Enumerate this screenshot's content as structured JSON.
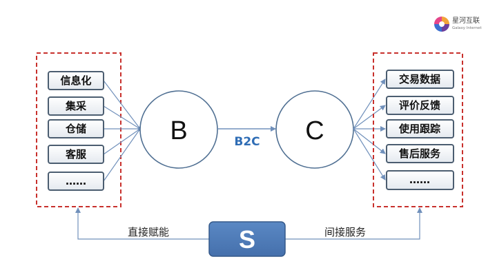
{
  "logo": {
    "name_cn": "星河互联",
    "name_en": "Galaxy Internet"
  },
  "left_items": [
    "信息化",
    "集采",
    "仓储",
    "客服",
    "……"
  ],
  "right_items": [
    "交易数据",
    "评价反馈",
    "使用跟踪",
    "售后服务",
    "……"
  ],
  "node_b": "B",
  "node_c": "C",
  "edge_label": "B2C",
  "node_s": "S",
  "left_path_label": "直接赋能",
  "right_path_label": "间接服务",
  "colors": {
    "dashed_border": "#c8302c",
    "connector": "#7090bb",
    "circle_stroke": "#4f6f92",
    "edge_label": "#2f6db5",
    "s_box_fill": "#4a7ab8",
    "box_border": "#4b5d70"
  }
}
